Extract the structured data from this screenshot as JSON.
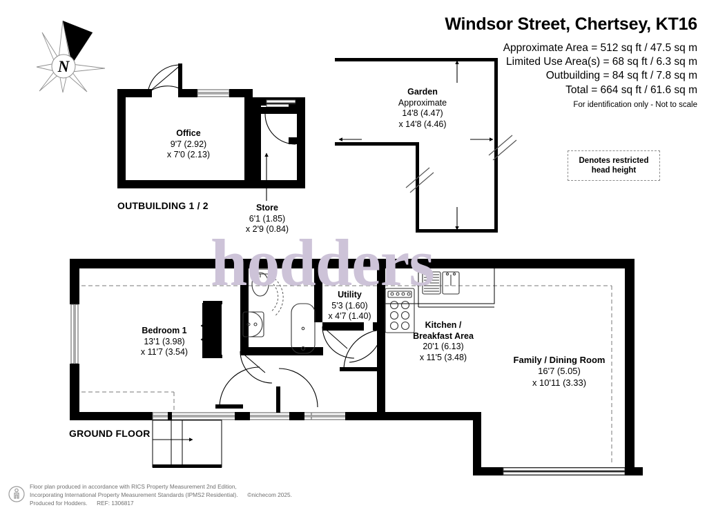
{
  "header": {
    "title": "Windsor Street, Chertsey, KT16",
    "areas": [
      "Approximate Area = 512 sq ft / 47.5 sq m",
      "Limited Use Area(s) = 68 sq ft / 6.3 sq m",
      "Outbuilding = 84 sq ft / 7.8 sq m",
      "Total = 664 sq ft / 61.6 sq m"
    ],
    "disclaimer": "For identification only - Not to scale"
  },
  "legend": {
    "line1": "Denotes restricted",
    "line2": "head height"
  },
  "compass": {
    "label": "N",
    "icon": "compass-rose-icon"
  },
  "watermark": {
    "text": "hodders",
    "color": "#cdc3d8"
  },
  "sections": {
    "outbuilding_title": "OUTBUILDING 1 / 2",
    "ground_floor_title": "GROUND FLOOR"
  },
  "rooms": [
    {
      "key": "office",
      "name": "Office",
      "dim1": "9'7 (2.92)",
      "dim2": "x 7'0 (2.13)"
    },
    {
      "key": "store",
      "name": "Store",
      "dim1": "6'1 (1.85)",
      "dim2": "x 2'9 (0.84)"
    },
    {
      "key": "garden",
      "name": "Garden",
      "sub": "Approximate",
      "dim1": "14'8 (4.47)",
      "dim2": "x 14'8 (4.46)"
    },
    {
      "key": "bedroom1",
      "name": "Bedroom 1",
      "dim1": "13'1 (3.98)",
      "dim2": "x 11'7 (3.54)"
    },
    {
      "key": "utility",
      "name": "Utility",
      "dim1": "5'3 (1.60)",
      "dim2": "x 4'7 (1.40)"
    },
    {
      "key": "kitchen",
      "name1": "Kitchen /",
      "name2": "Breakfast Area",
      "dim1": "20'1 (6.13)",
      "dim2": "x 11'5 (3.48)"
    },
    {
      "key": "family_dining",
      "name": "Family / Dining Room",
      "dim1": "16'7 (5.05)",
      "dim2": "x 10'11 (3.33)"
    }
  ],
  "footer": {
    "line1": "Floor plan produced in accordance with RICS Property Measurement 2nd Edition,",
    "line2a": "Incorporating International Property Measurement Standards (IPMS2 Residential).",
    "line2b": "©nichecom 2025.",
    "line3a": "Produced for Hodders.",
    "line3b": "REF:  1306817",
    "icon": "person-info-icon"
  }
}
